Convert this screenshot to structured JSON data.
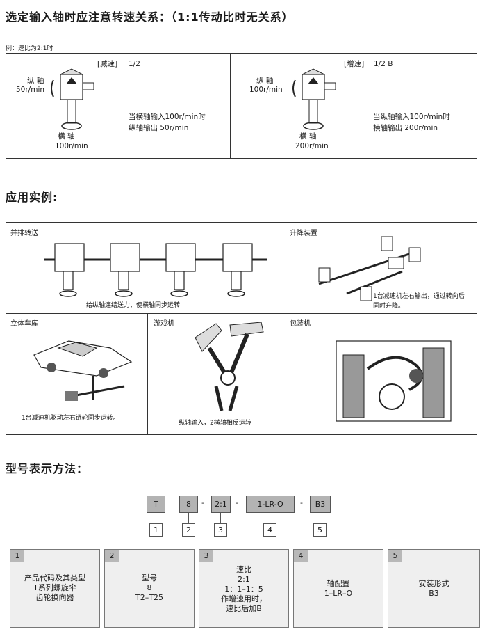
{
  "section1": {
    "heading": "选定输入轴时应注意转速关系：（1:1传动比时无关系）",
    "example": "例：速比为2:1时",
    "left": {
      "tag": "[减速]",
      "ratio": "1/2",
      "v_label": "纵 轴",
      "v_speed": "50r/min",
      "h_label": "横 轴",
      "h_speed": "100r/min",
      "desc1": "当横轴输入100r/min时",
      "desc2": "纵轴输出 50r/min"
    },
    "right": {
      "tag": "[增速]",
      "ratio": "1/2 B",
      "v_label": "纵 轴",
      "v_speed": "100r/min",
      "h_label": "横 轴",
      "h_speed": "200r/min",
      "desc1": "当纵轴输入100r/min时",
      "desc2": "横轴输出 200r/min"
    }
  },
  "section2": {
    "heading": "应用实例:",
    "cells": {
      "parallel": {
        "title": "并排转送",
        "caption": "给纵轴连结送力，使横轴同步运转"
      },
      "lift": {
        "title": "升降装置",
        "caption1": "1台减速机左右输出，通过转向后",
        "caption2": "同时升降。"
      },
      "garage": {
        "title": "立体车库",
        "caption": "1台减速机驱动左右链轮同步运转。"
      },
      "game": {
        "title": "游戏机",
        "caption": "纵轴输入，2横轴相反运转"
      },
      "packer": {
        "title": "包装机"
      }
    }
  },
  "section3": {
    "heading": "型号表示方法：",
    "code_parts": [
      "T",
      "8",
      "2:1",
      "1-LR-O",
      "B3"
    ],
    "indices": [
      "1",
      "2",
      "3",
      "4",
      "5"
    ],
    "cards": [
      {
        "num": "1",
        "text": "产品代码及其类型\nT系列螺旋伞\n齿轮换向器"
      },
      {
        "num": "2",
        "text": "型号\n8\nT2–T25"
      },
      {
        "num": "3",
        "text": "速比\n2:1\n1：1–1：5\n作增速用时，\n速比后加B"
      },
      {
        "num": "4",
        "text": "轴配置\n1–LR–O"
      },
      {
        "num": "5",
        "text": "安装形式\nB3"
      }
    ]
  }
}
